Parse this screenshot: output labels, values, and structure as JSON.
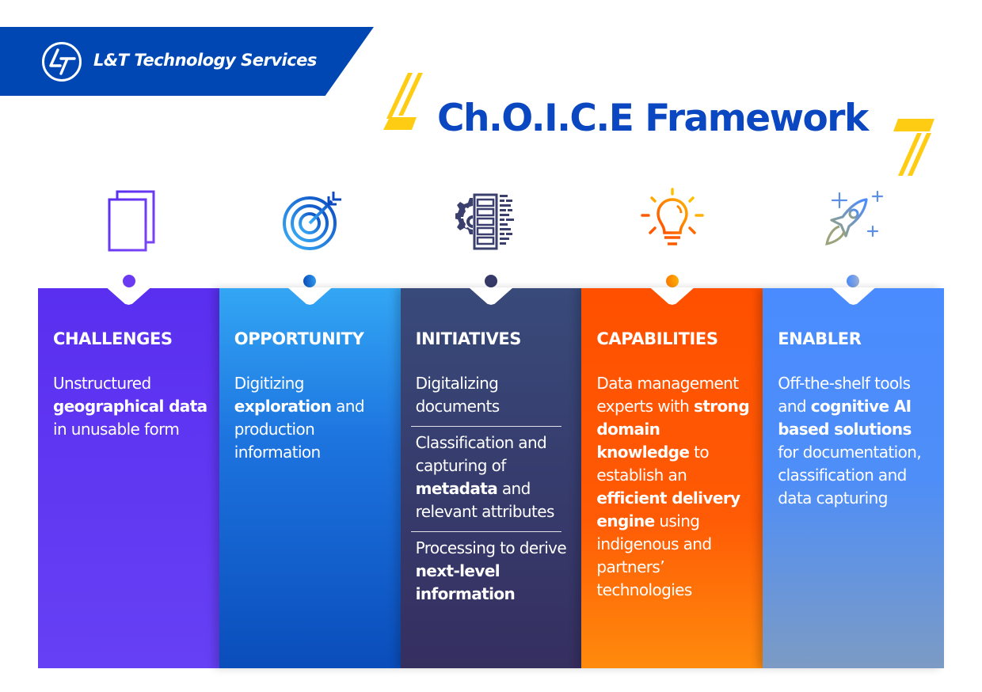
{
  "brand": {
    "name": "L&T Technology Services",
    "color": "#0047b3",
    "logo_icon": "lt-logo-icon"
  },
  "title": "Ch.O.I.C.E Framework",
  "colors": {
    "title": "#0b47c1",
    "accent": "#ffcc14"
  },
  "columns": [
    {
      "key": "challenges",
      "title": "CHALLENGES",
      "icon": "documents-icon",
      "color": "#5a2ff0",
      "segments": [
        [
          {
            "t": "Unstructured ",
            "b": false
          },
          {
            "t": "geographical data",
            "b": true
          },
          {
            "t": " in unusable form",
            "b": false
          }
        ]
      ]
    },
    {
      "key": "opportunity",
      "title": "OPPORTUNITY",
      "icon": "target-icon",
      "color": "#2a8ded",
      "segments": [
        [
          {
            "t": "Digitizing ",
            "b": false
          },
          {
            "t": "exploration",
            "b": true
          },
          {
            "t": " and production information",
            "b": false
          }
        ]
      ]
    },
    {
      "key": "initiatives",
      "title": "INITIATIVES",
      "icon": "server-gear-icon",
      "color": "#363c6c",
      "segments": [
        [
          {
            "t": "Digitalizing documents",
            "b": false
          }
        ],
        [
          {
            "t": "Classification and capturing of ",
            "b": false
          },
          {
            "t": "metadata",
            "b": true
          },
          {
            "t": " and relevant attributes",
            "b": false
          }
        ],
        [
          {
            "t": "Processing to derive ",
            "b": false
          },
          {
            "t": "next-level information",
            "b": true
          }
        ]
      ]
    },
    {
      "key": "capabilities",
      "title": "CAPABILITIES",
      "icon": "lightbulb-icon",
      "color": "#ff5200",
      "segments": [
        [
          {
            "t": "Data management experts with ",
            "b": false
          },
          {
            "t": "strong domain knowledge",
            "b": true
          },
          {
            "t": " to establish an ",
            "b": false
          },
          {
            "t": "efficient delivery engine",
            "b": true
          },
          {
            "t": " using indigenous and partners’ technologies",
            "b": false
          }
        ]
      ]
    },
    {
      "key": "enabler",
      "title": "ENABLER",
      "icon": "rocket-icon",
      "color": "#4a8bff",
      "segments": [
        [
          {
            "t": "Off-the-shelf tools and ",
            "b": false
          },
          {
            "t": "cognitive AI based solutions",
            "b": true
          },
          {
            "t": " for documentation, classification and data capturing",
            "b": false
          }
        ]
      ]
    }
  ]
}
